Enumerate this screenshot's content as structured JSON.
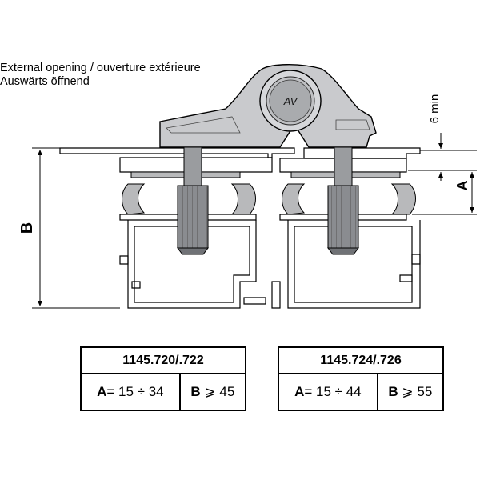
{
  "captions": {
    "line1": "External opening / ouverture extérieure",
    "line2": "Auswärts öffnend"
  },
  "logo_text": "AV",
  "dimensions": {
    "gap_label": "6 min",
    "a_label": "A",
    "b_label": "B"
  },
  "tables": [
    {
      "model": "1145.720/.722",
      "a_letter": "A",
      "a_value": "= 15 ÷ 34",
      "b_letter": "B",
      "b_value": "⩾ 45"
    },
    {
      "model": "1145.724/.726",
      "a_letter": "A",
      "a_value": "= 15 ÷ 44",
      "b_letter": "B",
      "b_value": "⩾ 55"
    }
  ],
  "colors": {
    "hinge_body": "#c9cacd",
    "gasket": "#b8b9bb",
    "pin": "#707276"
  }
}
